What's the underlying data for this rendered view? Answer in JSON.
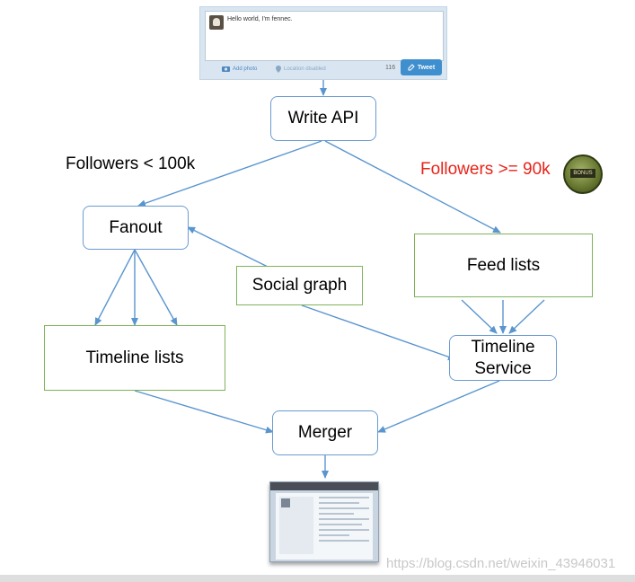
{
  "tweet_widget": {
    "text": "Hello world, I'm fennec.",
    "add_photo": "Add photo",
    "location": "Location disabled",
    "char_count": "116",
    "tweet_button": "Tweet"
  },
  "nodes": {
    "write_api": "Write API",
    "fanout": "Fanout",
    "feed_lists": "Feed lists",
    "social_graph": "Social graph",
    "timeline_lists": "Timeline lists",
    "timeline_service": "Timeline Service",
    "merger": "Merger"
  },
  "labels": {
    "followers_low": "Followers < 100k",
    "followers_high": "Followers >= 90k"
  },
  "badge_text": "BONUS",
  "colors": {
    "blue_box": "#6b9bd1",
    "green_box": "#7fb35a",
    "arrow": "#5a95cf",
    "red_label": "#e8241a"
  },
  "watermark": "https://blog.csdn.net/weixin_43946031"
}
